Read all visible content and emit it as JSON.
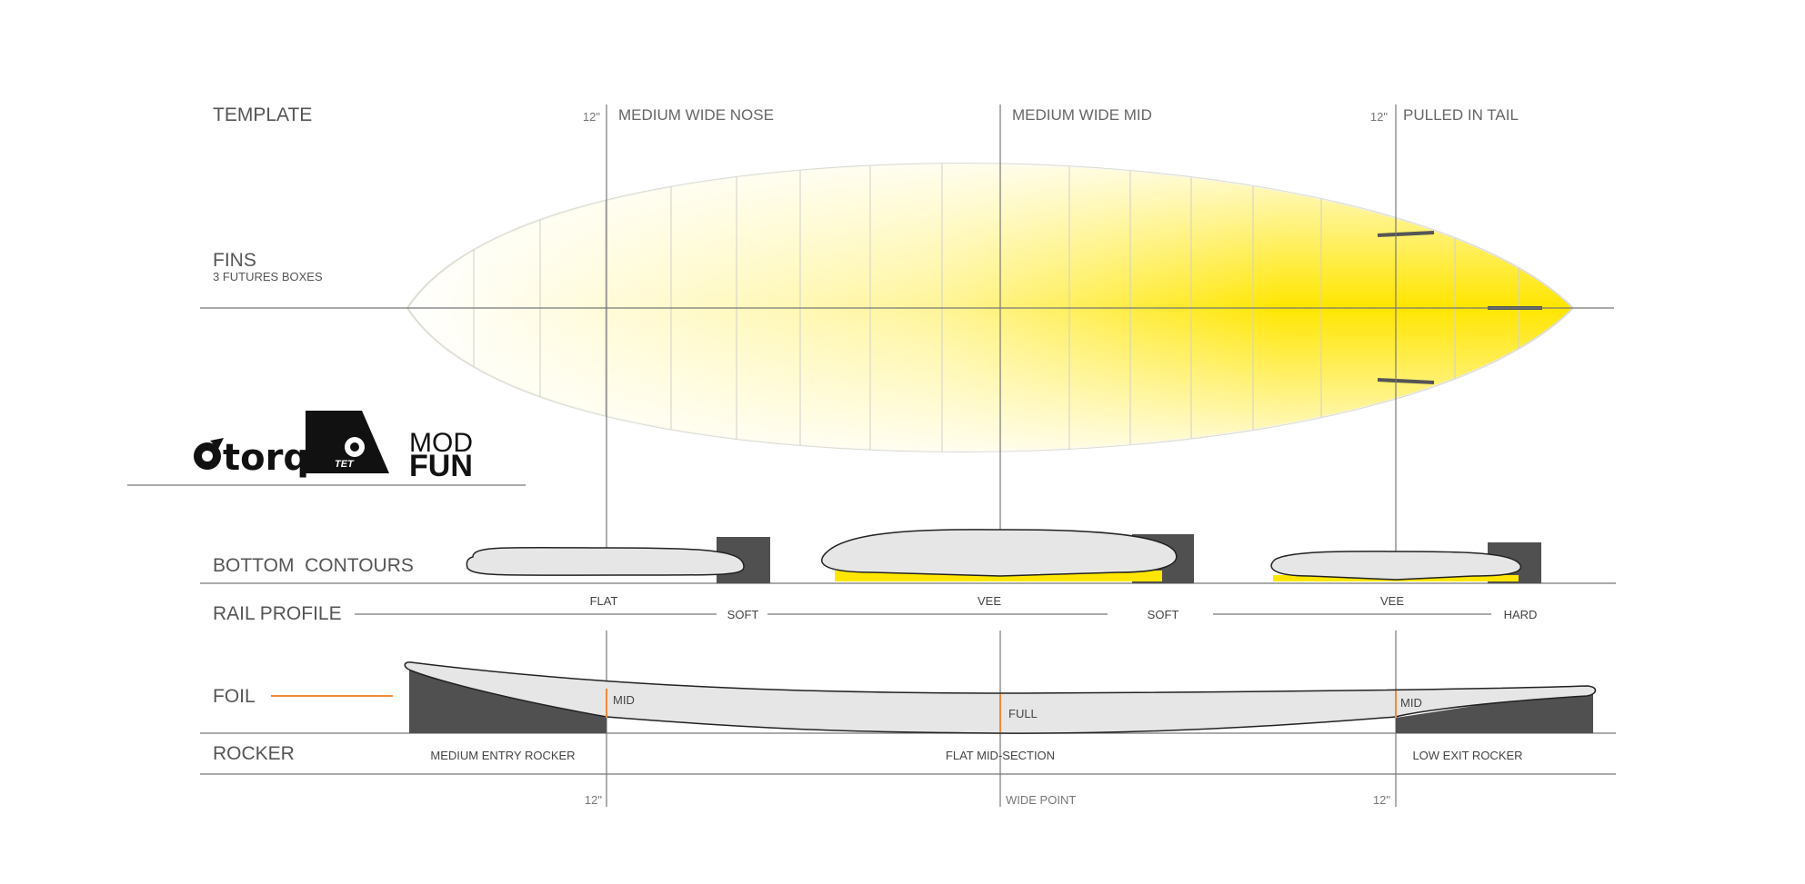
{
  "sections": {
    "template": "TEMPLATE",
    "fins": "FINS",
    "fins_sub": "3 FUTURES BOXES",
    "bottom_contours": "BOTTOM  CONTOURS",
    "rail_profile": "RAIL PROFILE",
    "foil": "FOIL",
    "rocker": "ROCKER"
  },
  "top_labels": {
    "nose_measure": "12\"",
    "nose": "MEDIUM WIDE NOSE",
    "mid": "MEDIUM WIDE MID",
    "tail_measure": "12\"",
    "tail": "PULLED IN TAIL"
  },
  "bottom_labels": {
    "flat": "FLAT",
    "vee_mid": "VEE",
    "vee_tail": "VEE"
  },
  "rail_labels": {
    "soft_1": "SOFT",
    "soft_2": "SOFT",
    "hard": "HARD"
  },
  "foil_labels": {
    "nose": "MID",
    "mid": "FULL",
    "tail": "MID"
  },
  "rocker_labels": {
    "entry": "MEDIUM ENTRY ROCKER",
    "mid": "FLAT MID-SECTION",
    "exit": "LOW EXIT ROCKER"
  },
  "bottom_measure": {
    "left": "12\"",
    "mid": "WIDE POINT",
    "right": "12\""
  },
  "logos": {
    "brand": "torq",
    "tet": "TET",
    "mod": "MOD",
    "fun": "FUN"
  },
  "colors": {
    "board_yellow": "#ffe600",
    "dark_gray": "#505050",
    "foil_orange": "#f08a3c",
    "light_fill": "#e8e8e8"
  }
}
